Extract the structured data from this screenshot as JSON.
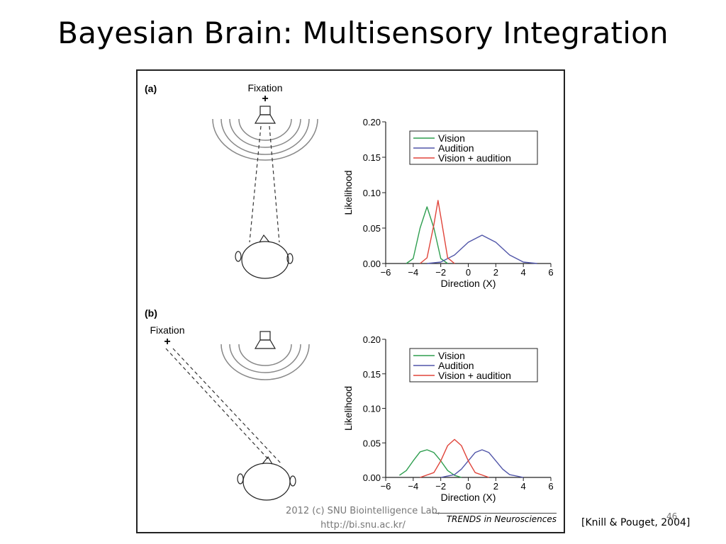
{
  "slide": {
    "title": "Bayesian Brain: Multisensory Integration",
    "footer_line1": "2012 (c) SNU Biointelligence Lab,",
    "footer_line2": "http://bi.snu.ac.kr/",
    "page_number": "46",
    "citation": "[Knill & Pouget, 2004]"
  },
  "figure": {
    "journal": "TRENDS in Neurosciences",
    "panel_a": {
      "label": "(a)",
      "fixation_label": "Fixation",
      "fixation_mark": "+"
    },
    "panel_b": {
      "label": "(b)",
      "fixation_label": "Fixation",
      "fixation_mark": "+"
    },
    "series_colors": {
      "Vision": "#2e9e4f",
      "Audition": "#5055a8",
      "Vision + audition": "#e0443a"
    }
  },
  "chart_data": [
    {
      "type": "line",
      "panel": "(a)",
      "xlabel": "Direction (X)",
      "ylabel": "Likelihood",
      "xlim": [
        -6,
        6
      ],
      "ylim": [
        0,
        0.2
      ],
      "xticks": [
        "−6",
        "−4",
        "−2",
        "0",
        "2",
        "4",
        "6"
      ],
      "yticks": [
        "0.00",
        "0.05",
        "0.10",
        "0.15",
        "0.20"
      ],
      "legend": "top-right",
      "series": [
        {
          "name": "Vision",
          "x": [
            -4.5,
            -4.0,
            -3.5,
            -3.0,
            -2.5,
            -2.0,
            -1.5
          ],
          "y": [
            0.0,
            0.007,
            0.05,
            0.08,
            0.05,
            0.007,
            0.0
          ]
        },
        {
          "name": "Audition",
          "x": [
            -3.0,
            -2.0,
            -1.0,
            0.0,
            1.0,
            2.0,
            3.0,
            4.0,
            5.0
          ],
          "y": [
            0.0,
            0.002,
            0.012,
            0.03,
            0.04,
            0.03,
            0.012,
            0.002,
            0.0
          ]
        },
        {
          "name": "Vision + audition",
          "x": [
            -3.5,
            -3.0,
            -2.5,
            -2.2,
            -1.9,
            -1.5,
            -1.0
          ],
          "y": [
            0.0,
            0.008,
            0.055,
            0.089,
            0.055,
            0.008,
            0.0
          ]
        }
      ]
    },
    {
      "type": "line",
      "panel": "(b)",
      "xlabel": "Direction (X)",
      "ylabel": "Likelihood",
      "xlim": [
        -6,
        6
      ],
      "ylim": [
        0,
        0.2
      ],
      "xticks": [
        "−6",
        "−4",
        "−2",
        "0",
        "2",
        "4",
        "6"
      ],
      "yticks": [
        "0.00",
        "0.05",
        "0.10",
        "0.15",
        "0.20"
      ],
      "legend": "top-right",
      "series": [
        {
          "name": "Vision",
          "x": [
            -5.0,
            -4.5,
            -4.0,
            -3.5,
            -3.0,
            -2.5,
            -2.0,
            -1.5,
            -1.0,
            -0.5
          ],
          "y": [
            0.003,
            0.01,
            0.024,
            0.037,
            0.04,
            0.036,
            0.024,
            0.01,
            0.003,
            0.0
          ]
        },
        {
          "name": "Audition",
          "x": [
            -2.0,
            -1.0,
            -0.5,
            0.0,
            0.5,
            1.0,
            1.5,
            2.0,
            2.5,
            3.0,
            4.0
          ],
          "y": [
            0.0,
            0.004,
            0.012,
            0.024,
            0.036,
            0.04,
            0.036,
            0.024,
            0.012,
            0.004,
            0.0
          ]
        },
        {
          "name": "Vision + audition",
          "x": [
            -3.5,
            -2.5,
            -2.0,
            -1.5,
            -1.0,
            -0.5,
            0.0,
            0.5,
            1.5
          ],
          "y": [
            0.0,
            0.007,
            0.024,
            0.046,
            0.055,
            0.046,
            0.024,
            0.007,
            0.0
          ]
        }
      ]
    }
  ]
}
